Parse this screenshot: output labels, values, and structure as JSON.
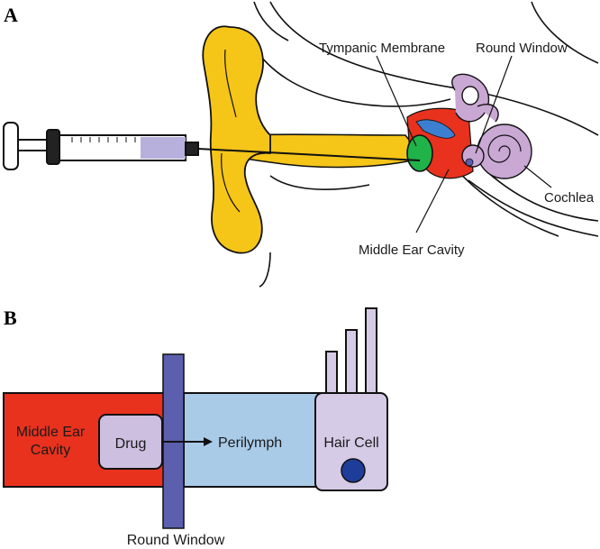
{
  "panel_a": {
    "letter": "A",
    "labels": {
      "tympanic_membrane": "Tympanic Membrane",
      "round_window": "Round Window",
      "cochlea": "Cochlea",
      "middle_ear_cavity": "Middle Ear Cavity"
    }
  },
  "panel_b": {
    "letter": "B",
    "middle_ear_line1": "Middle Ear",
    "middle_ear_line2": "Cavity",
    "drug": "Drug",
    "perilymph": "Perilymph",
    "hair_cell": "Hair Cell",
    "round_window": "Round Window"
  },
  "colors": {
    "ear": "#f5c518",
    "tympanic": "#1fb34a",
    "middle_ear": "#e8321e",
    "cochlea": "#c9a8d4",
    "perilymph": "#a9cbe8",
    "window": "#5b5fae",
    "drug_box": "#cdbfe0",
    "hair_cell": "#d6cbe6",
    "nucleus": "#1e3c9a",
    "syringe_fluid": "#b8b0dc"
  }
}
